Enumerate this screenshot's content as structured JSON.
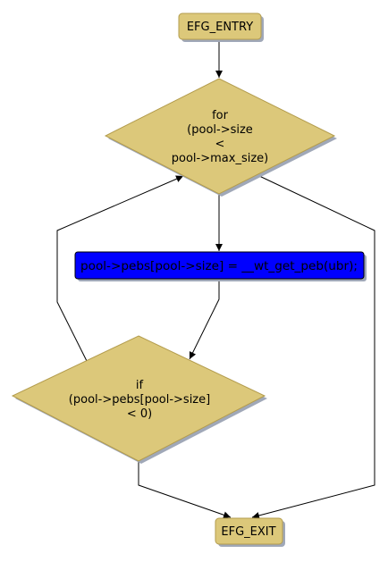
{
  "colors": {
    "node_fill": "#dcc87a",
    "node_stroke": "#b39c4d",
    "shadow": "#a0a8b8",
    "statement_fill": "#0000ff",
    "statement_stroke": "#000000",
    "edge": "#000000"
  },
  "nodes": {
    "entry": {
      "label": "EFG_ENTRY"
    },
    "loop_condition": {
      "lines": [
        "for",
        "(pool->size",
        "<",
        "pool->max_size)"
      ]
    },
    "statement": {
      "label": "pool->pebs[pool->size] = __wt_get_peb(ubr);"
    },
    "if_condition": {
      "lines": [
        "if",
        "(pool->pebs[pool->size]",
        "< 0)"
      ]
    },
    "exit": {
      "label": "EFG_EXIT"
    }
  }
}
